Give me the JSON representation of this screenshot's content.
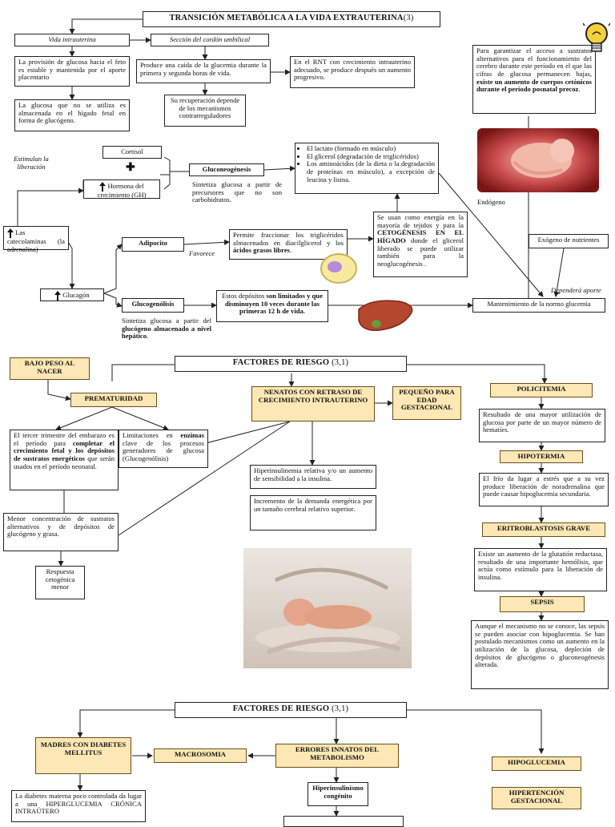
{
  "section1": {
    "title": "TRANSICIÓN METABÓLICA A LA VIDA EXTRAUTERINA",
    "title_ref": "(3)",
    "vida_intrauterina": "Vida intrauterina",
    "seccion_cordon": "Sección del cordón umbilical",
    "provision": "La provisión de glucosa hacia el feto es estable y mantenida por el aporte placentario",
    "glucosa_no_utiliza": "La glucosa que no se utiliza es almacenada en el hígado fetal en forma de glucógeno.",
    "caida": "Produce una caída de la glucemia durante la primera y segunda horas de vida.",
    "rnt": "En el RNT con crecimiento intrauterino adecuado, se produce después un aumento progresivo.",
    "recuperacion": "Su recuperación depende de los mecanismos contrarreguladores",
    "acceso_sustratos_a": "Para garantizar el acceso a sustratos alternativos para el funcionamiento del cerebro durante este período en el que las cifras de glucosa permanecen bajas, ",
    "acceso_sustratos_b": "existe un aumento de cuerpos cetónicos durante el período posnatal precoz",
    "acceso_sustratos_c": ".",
    "estimulan": "Estimulan la liberación",
    "cortisol": "Cortisol",
    "plus": "✚",
    "hormona": "Hormona del crecimiento (GH)",
    "gluconeogenesis": "Gluconeogénesis",
    "sintetiza_precursores": "Sintetiza glucosa a partir de precursores que no son carbohidratos.",
    "precursores": [
      "El lactato (formado en músculo)",
      "El glicerol (degradación de triglicéridos)",
      "Los aminoácidos (de la dieta o la degradación de proteínas en músculo), a excepción de leucina y lisina."
    ],
    "catecolaminas": "Las catecolaminas (la adrenalina)",
    "adipocito": "Adipocito",
    "favorece": "Favorece",
    "fraccionar_a": "Permite fraccionar los triglicéridos almacenados en diacilglicerol y los ",
    "fraccionar_b": "ácidos grasos libres",
    "fraccionar_c": ".",
    "energia_a": "Se usan como energía en la mayoría de tejidos y para la ",
    "energia_b": "CETOGÉNESIS EN EL HÍGADO",
    "energia_c": " donde el glicerol liberado se puede utilizar también para la neoglucogénesis .",
    "endogeno": "Endógeno",
    "exogeno": "Exógeno de nutrientes",
    "dependera": "Dependerá aporte",
    "glucagon": "Glucagón",
    "glucogenolisis": "Glucogenólisis",
    "depositos_a": "Estos depósitos ",
    "depositos_b": "son limitados y que disminuyen 10 veces durante las primeras 12 h de vida.",
    "sintetiza_glucogeno_a": "Sintetiza glucosa a partir del ",
    "sintetiza_glucogeno_b": "glucógeno almacenado a nivel hepático",
    "sintetiza_glucogeno_c": ".",
    "mantenimiento": "Mantenimiento de la normo glucemia"
  },
  "section2": {
    "title": "FACTORES DE RIESGO",
    "title_ref": "(3,1)",
    "bajo_peso": "BAJO PESO AL NACER",
    "prematuridad": "PREMATURIDAD",
    "tercer_trimestre_a": "El tercer trimestre del embarazo es el período para ",
    "tercer_trimestre_b": "completar el crecimiento fetal y los depósitos de sustratos energéticos",
    "tercer_trimestre_c": " que serán usados en el período neonatal.",
    "limitaciones_a": "Limitaciones en ",
    "limitaciones_b": "enzimas",
    "limitaciones_c": " clave de los procesos generadores de glucosa (Glucogenólisis)",
    "menor_concentracion": "Menor concentración de sustratos alternativos y de depósitos de glucógeno y grasa.",
    "respuesta_cetogenica": "Respuesta cetogénica menor",
    "neonatos_retraso": "NENATOS CON RETRASO DE CRECIMIENTO INTRAUTERINO",
    "pequeno_edad": "PEQUEÑO PARA EDAD GESTACIONAL",
    "hiperinsulinemia": "Hiperinsulinemia relativa y/o un aumento de sensibilidad a la insulina.",
    "incremento_demanda": "Incremento de la demanda energética por un tamaño cerebral relativo superior.",
    "policitemia": "POLICITEMIA",
    "policitemia_desc": "Resultado de una mayor utilización de glucosa por parte de un mayor número de hematíes.",
    "hipotermia": "HIPOTERMIA",
    "hipotermia_desc": "El frío da lugar a estrés que a su vez produce liberación de noradrenalina que puede causar hipoglucemia secundaria.",
    "eritroblastosis": "ERITROBLASTOSIS GRAVE",
    "eritroblastosis_desc": "Existe un aumento de la glutatión reductasa, resultado de una importante hemólisis, que actúa como estímulo para la liberación de insulina.",
    "sepsis": "SEPSIS",
    "sepsis_desc": "Aunque el mecanismo no se conoce, las sepsis se pueden asociar con hipoglucemia. Se han postulado mecanismos como un aumento en la utilización de la glucosa, depleción de depósitos de glucógeno o gluconeogénesis alterada."
  },
  "section3": {
    "title": "FACTORES DE RIESGO",
    "title_ref": "(3,1)",
    "madres_diabetes": "MADRES CON DIABETES MELLITUS",
    "macrosomia": "MACROSOMIA",
    "errores_innatos": "ERRORES INNATOS DEL METABOLISMO",
    "hiperinsulinismo": "Hiperinsulinismo congénito",
    "hipoglucemia": "HIPOGLUCEMIA",
    "hipertension": "HIPERTENCIÓN GESTACIONAL",
    "diabetes_materna": "La diabetes materna poco controlada da lugar a una HIPERGLUCEMIA CRÓNICA INTRAÚTERO"
  },
  "colors": {
    "gold_fill": "#fde7b4",
    "gold_border": "#6b4f1d",
    "line": "#222222",
    "bulb": "#f4d03f"
  },
  "images": [
    "lightbulb-icon",
    "fetus-image",
    "fat-cell-image",
    "liver-image",
    "premature-baby-image"
  ]
}
